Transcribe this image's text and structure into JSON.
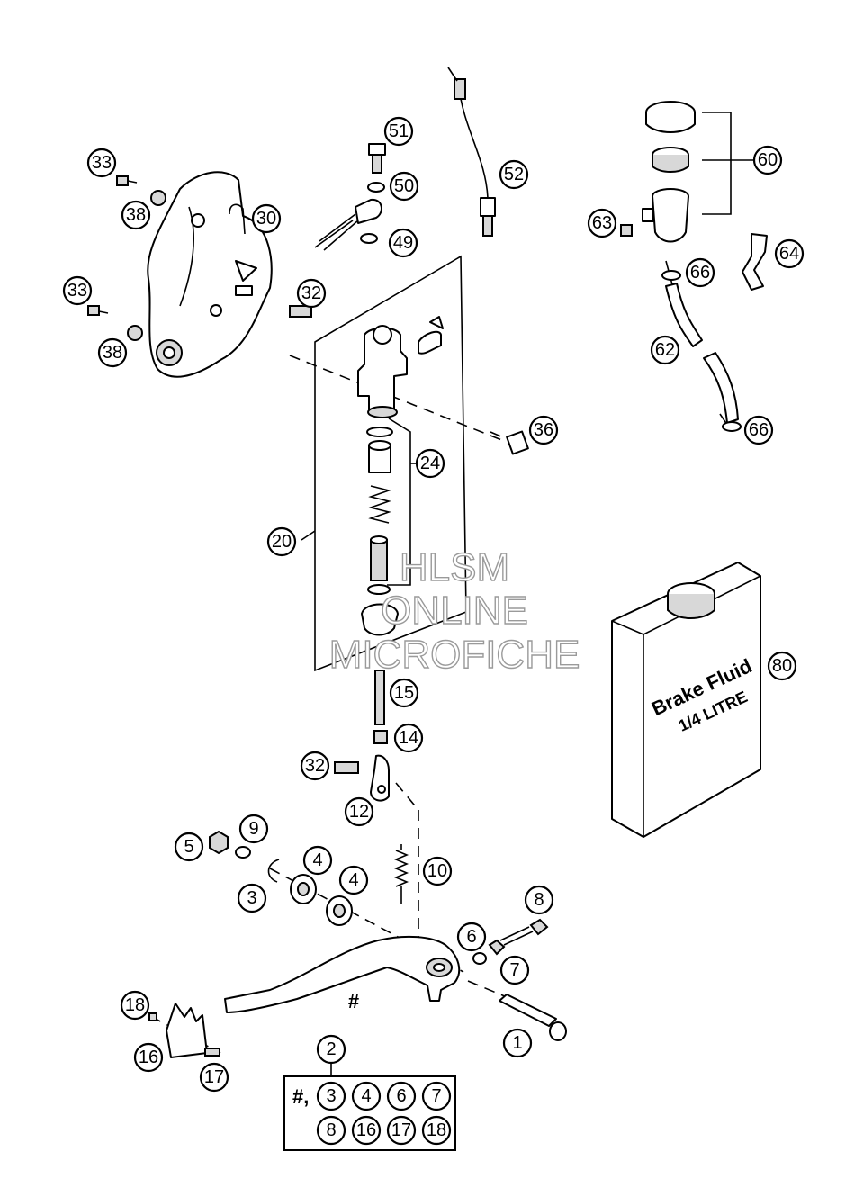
{
  "parts": {
    "p1": "1",
    "p2": "2",
    "p3": "3",
    "p4a": "4",
    "p4b": "4",
    "p5": "5",
    "p6": "6",
    "p7": "7",
    "p8": "8",
    "p9": "9",
    "p10": "10",
    "p12": "12",
    "p14": "14",
    "p15": "15",
    "p16": "16",
    "p17": "17",
    "p18": "18",
    "p20": "20",
    "p24": "24",
    "p30": "30",
    "p32a": "32",
    "p32b": "32",
    "p33a": "33",
    "p33b": "33",
    "p36": "36",
    "p38a": "38",
    "p38b": "38",
    "p49": "49",
    "p50": "50",
    "p51": "51",
    "p52": "52",
    "p60": "60",
    "p62": "62",
    "p63": "63",
    "p64": "64",
    "p66a": "66",
    "p66b": "66",
    "p80": "80"
  },
  "pedal_marker": "#",
  "kit": {
    "prefix": "#,",
    "items": [
      "3",
      "4",
      "6",
      "7",
      "8",
      "16",
      "17",
      "18"
    ]
  },
  "fluid_can": {
    "line1": "Brake Fluid",
    "line2": "1/4 LITRE"
  },
  "watermark": [
    "HLSM",
    "ONLINE",
    "MICROFICHE"
  ]
}
